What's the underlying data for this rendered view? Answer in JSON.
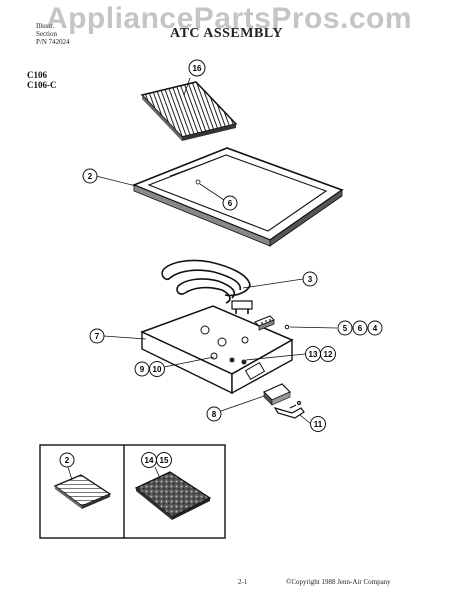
{
  "watermark": "AppliancePartsPros.com",
  "header": {
    "line1": "Illustr.",
    "line2": "Section",
    "part_number": "P/N 742024",
    "title": "ATC ASSEMBLY"
  },
  "models": [
    "C106",
    "C106-C"
  ],
  "callouts": {
    "c16": "16",
    "c2": "2",
    "c6": "6",
    "c3": "3",
    "c7": "7",
    "c5": "5",
    "c6b": "6",
    "c4": "4",
    "c13": "13",
    "c12": "12",
    "c9": "9",
    "c10": "10",
    "c8": "8",
    "c11": "11",
    "inset_c2": "2",
    "inset_c14": "14",
    "inset_c15": "15"
  },
  "footer": {
    "page": "2-1",
    "copyright": "©Copyright 1988 Jenn-Air Company"
  }
}
